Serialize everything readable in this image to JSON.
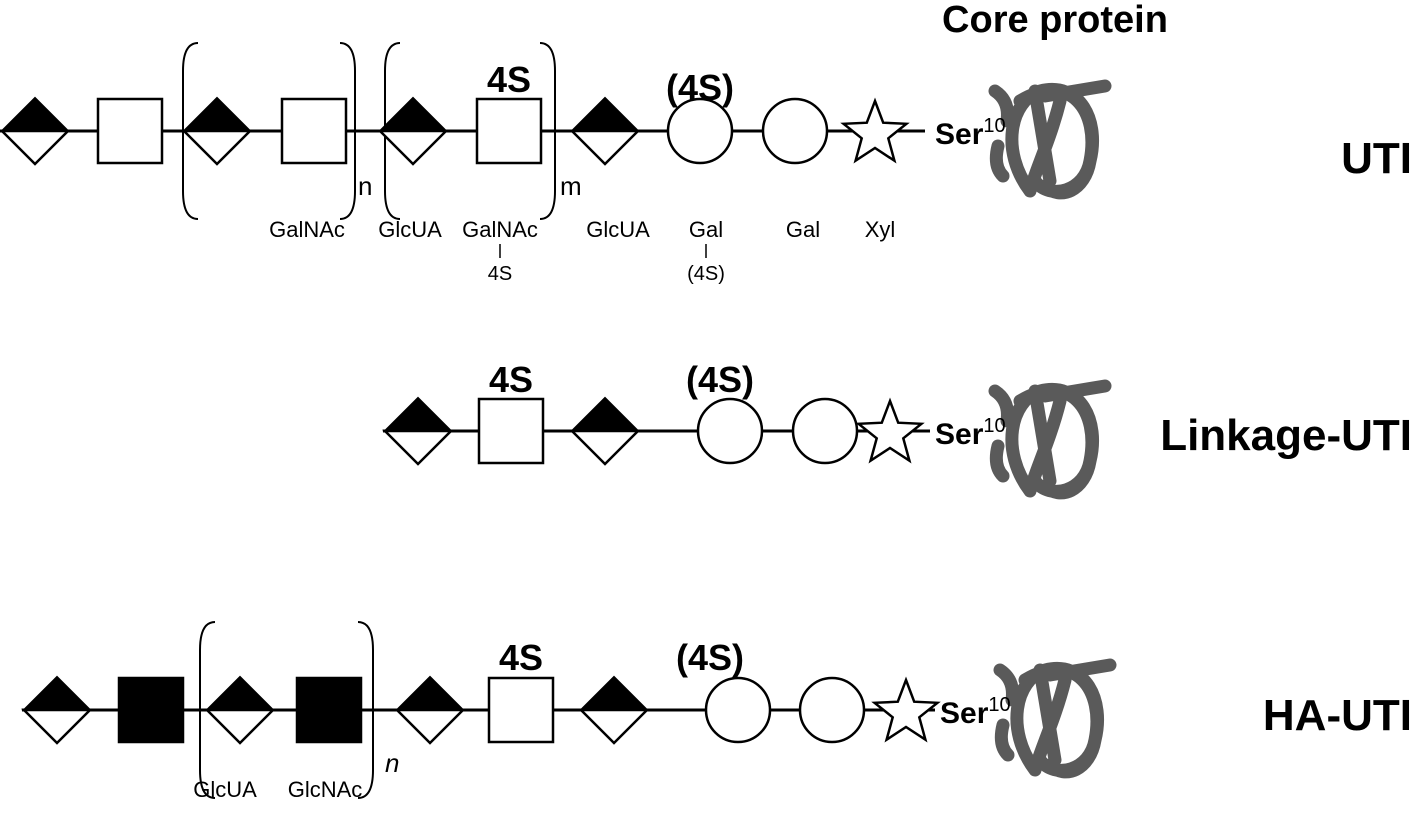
{
  "title": "Core protein",
  "rows": [
    {
      "label": "UTI",
      "ser": "Ser",
      "ser_sup": "10",
      "sulfate": "4S",
      "optional_sulfate": "(4S)",
      "repeat_n": "n",
      "repeat_m": "m",
      "residue_labels": [
        "GalNAc",
        "GlcUA",
        "GalNAc",
        "GlcUA",
        "Gal",
        "Gal",
        "Xyl"
      ],
      "sub_labels": [
        "4S",
        "(4S)"
      ]
    },
    {
      "label": "Linkage-UTI",
      "ser": "Ser",
      "ser_sup": "10",
      "sulfate": "4S",
      "optional_sulfate": "(4S)"
    },
    {
      "label": "HA-UTI",
      "ser": "Ser",
      "ser_sup": "10",
      "sulfate": "4S",
      "optional_sulfate": "(4S)",
      "repeat_n": "n",
      "residue_labels": [
        "GlcUA",
        "GlcNAc"
      ]
    }
  ],
  "colors": {
    "line": "#000000",
    "protein": "#5a5a5a",
    "fill_black": "#000000",
    "fill_white": "#ffffff"
  }
}
